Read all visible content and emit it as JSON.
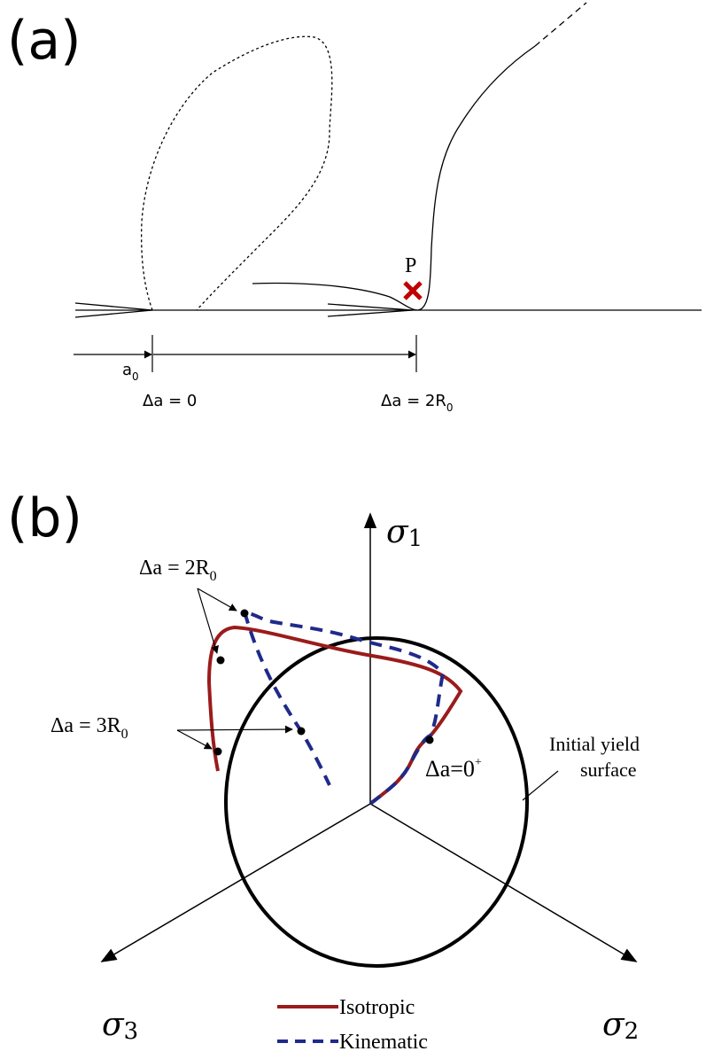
{
  "panel_a": {
    "label": "(a)",
    "point_label": "P",
    "a0_label": "a",
    "a0_sub": "0",
    "da0_label": "Δa = 0",
    "da2_label": "Δa = 2R",
    "da2_sub": "0",
    "marker_color": "#c00000"
  },
  "panel_b": {
    "label": "(b)",
    "axis_1": "σ",
    "axis_1_sub": "1",
    "axis_2": "σ",
    "axis_2_sub": "2",
    "axis_3": "σ",
    "axis_3_sub": "3",
    "da2_label": "Δa = 2R",
    "da2_sub": "0",
    "da3_label": "Δa = 3R",
    "da3_sub": "0",
    "da0p_label": "Δa=0",
    "da0p_sup": "+",
    "yield_label_line1": "Initial yield",
    "yield_label_line2": "surface",
    "legend": {
      "isotropic": "Isotropic",
      "kinematic": "Kinematic"
    },
    "colors": {
      "isotropic": "#9b1b1b",
      "kinematic": "#1f2a8a"
    }
  }
}
